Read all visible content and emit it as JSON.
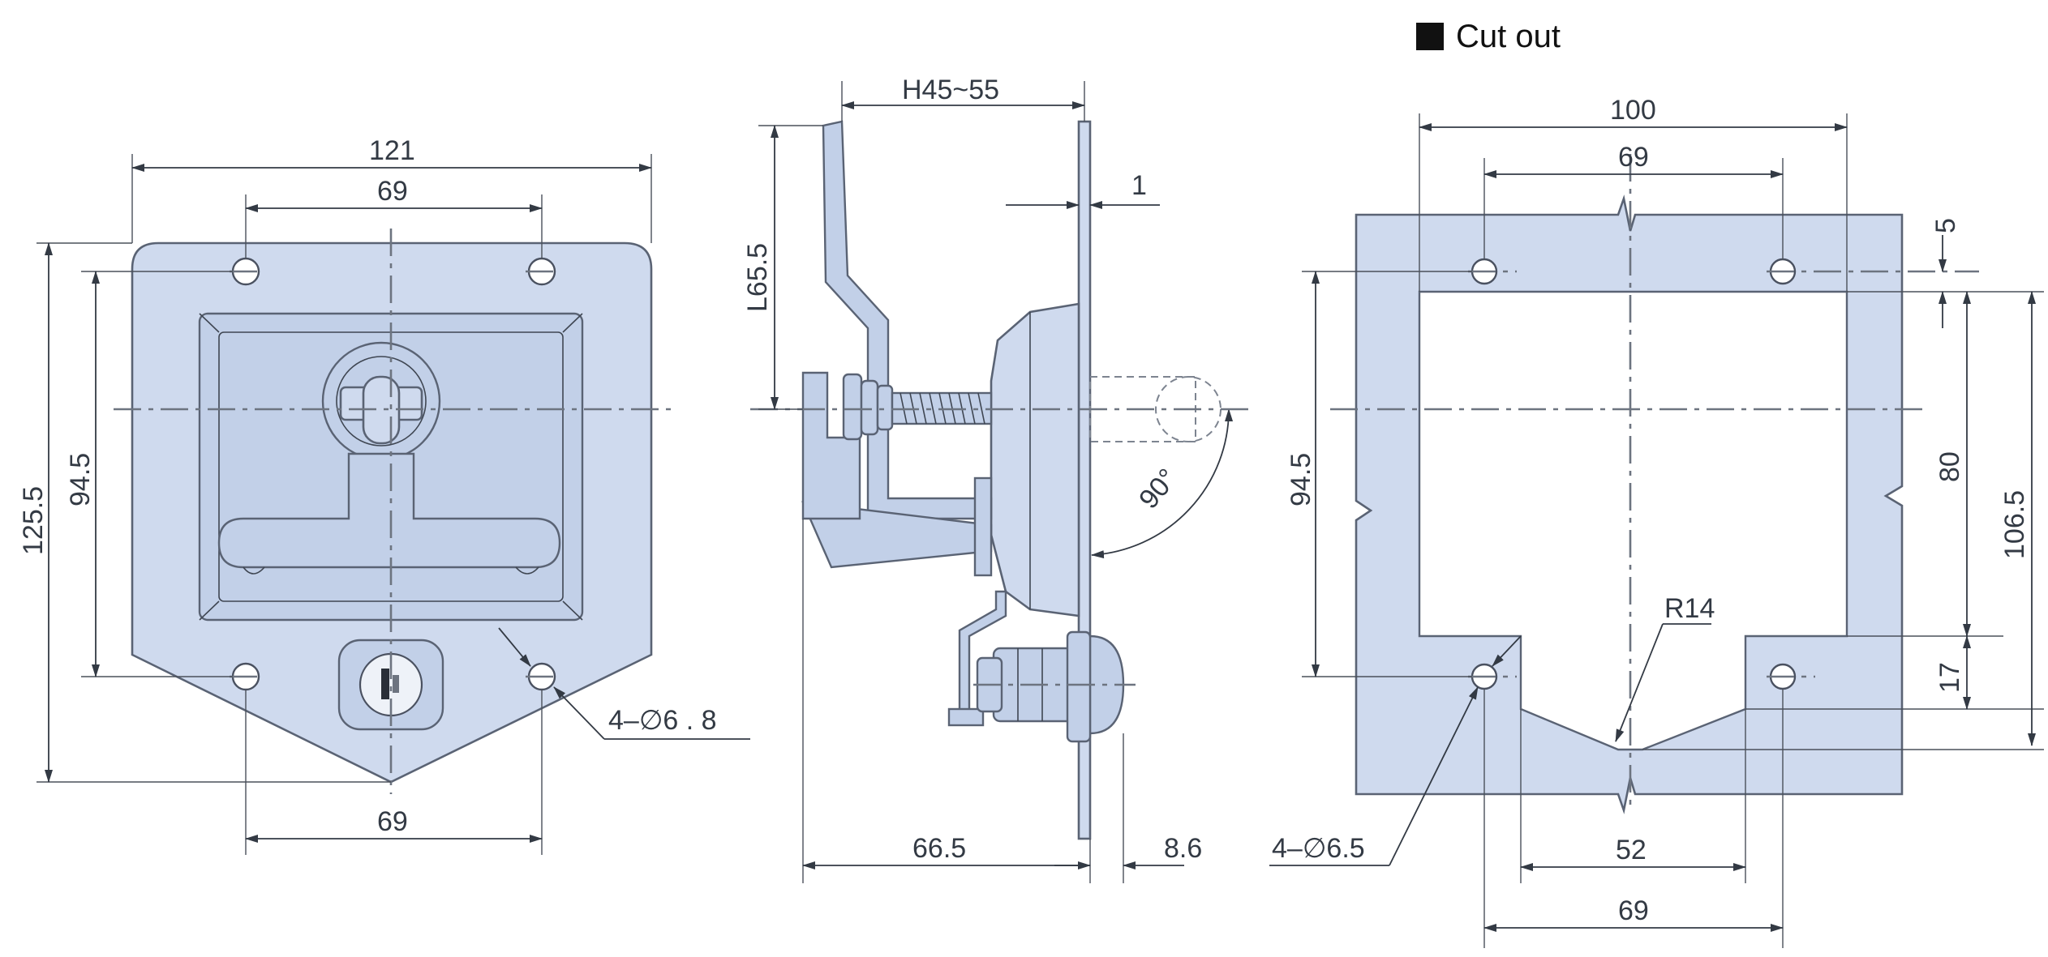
{
  "title": "Cut out",
  "views": {
    "front": {
      "width_overall": "121",
      "hole_spacing_top": "69",
      "hole_spacing_bottom": "69",
      "height_overall": "125.5",
      "hole_spacing_vertical": "94.5",
      "hole_callout": "4–∅6 . 8"
    },
    "side": {
      "handle_reach": "H45~55",
      "handle_length": "L65.5",
      "plate_thickness": "1",
      "rotation_angle": "90°",
      "depth": "66.5",
      "flange": "8.6"
    },
    "cutout": {
      "width_overall": "100",
      "hole_spacing_top": "69",
      "hole_spacing_bottom": "69",
      "offset_top": "5",
      "hole_spacing_vertical": "94.5",
      "opening_height": "80",
      "overall_height": "106.5",
      "notch_height": "17",
      "radius": "R14",
      "notch_width": "52",
      "hole_callout": "4–∅6.5"
    }
  }
}
